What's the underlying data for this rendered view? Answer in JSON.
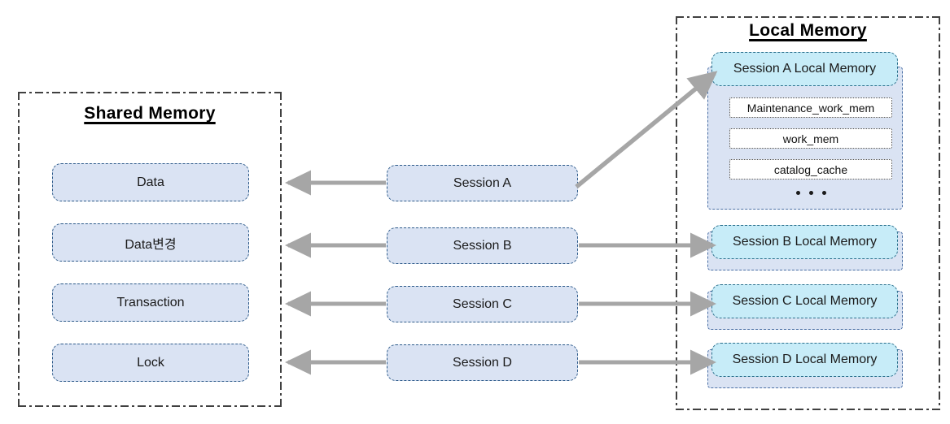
{
  "diagram": {
    "title_shared": "Shared Memory",
    "title_local": "Local Memory",
    "colors": {
      "box_fill": "#dae3f3",
      "header_fill": "#c7ecf8",
      "box_border": "#2e5b8a",
      "region_border": "#404040",
      "arrow": "#a6a6a6",
      "param_fill": "#ffffff"
    }
  },
  "shared_memory": {
    "title": "Shared Memory",
    "items": [
      {
        "label": "Data"
      },
      {
        "label": "Data변경"
      },
      {
        "label": "Transaction"
      },
      {
        "label": "Lock"
      }
    ]
  },
  "sessions": {
    "items": [
      {
        "label": "Session A"
      },
      {
        "label": "Session B"
      },
      {
        "label": "Session C"
      },
      {
        "label": "Session D"
      }
    ]
  },
  "local_memory": {
    "title": "Local Memory",
    "items": [
      {
        "label": "Session A Local Memory",
        "params": [
          "Maintenance_work_mem",
          "work_mem",
          "catalog_cache"
        ],
        "ellipsis": "..."
      },
      {
        "label": "Session B Local Memory",
        "params": [],
        "ellipsis": ""
      },
      {
        "label": "Session C Local Memory",
        "params": [],
        "ellipsis": ""
      },
      {
        "label": "Session D Local Memory",
        "params": [],
        "ellipsis": ""
      }
    ]
  }
}
